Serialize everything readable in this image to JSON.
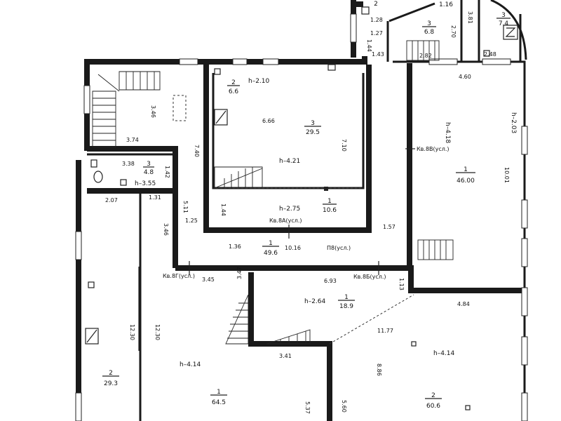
{
  "rooms": [
    {
      "key": "r_top_1",
      "number": "",
      "area": "",
      "value": "2"
    },
    {
      "key": "r_top_2",
      "value": "1.16"
    },
    {
      "key": "r_top_3",
      "number": "3",
      "area": "6.8"
    },
    {
      "key": "r_top_4",
      "number": "3",
      "area": "7.4"
    },
    {
      "key": "r_small_2",
      "number": "2",
      "area": "6.6"
    },
    {
      "key": "r_big_3",
      "number": "3",
      "area": "29.5"
    },
    {
      "key": "r_wc",
      "number": "3",
      "area": "4.8"
    },
    {
      "key": "r_right_1",
      "number": "1",
      "area": "46.00"
    },
    {
      "key": "r_mid_1",
      "number": "1",
      "area": "10.6"
    },
    {
      "key": "r_hall_1",
      "number": "1",
      "area": "49.6"
    },
    {
      "key": "r_center_1",
      "number": "1",
      "area": "18.9"
    },
    {
      "key": "r_left_2",
      "number": "2",
      "area": "29.3"
    },
    {
      "key": "r_bottom_1",
      "number": "1",
      "area": "64.5"
    },
    {
      "key": "r_bottom_2",
      "number": "2",
      "area": "60.6"
    }
  ],
  "heights": {
    "h1": "h–2.10",
    "h2": "h–4.21",
    "h3": "h–4.18",
    "h4": "h–2.03",
    "h5": "h–3.55",
    "h6": "h–2.75",
    "h7": "h–2.64",
    "h8": "h–4.14",
    "h9": "h–4.14"
  },
  "dimensions": {
    "d_128": "1.28",
    "d_127": "1.27",
    "d_144a": "1.44",
    "d_143": "1.43",
    "d_282": "2.82",
    "d_248": "2.48",
    "d_381": "3.81",
    "d_270": "2.70",
    "d_460": "4.60",
    "d_346a": "3.46",
    "d_666": "6.66",
    "d_710": "7.10",
    "d_740": "7.40",
    "d_374": "3.74",
    "d_338": "3.38",
    "d_142": "1.42",
    "d_207": "2.07",
    "d_131": "1.31",
    "d_511": "5.11",
    "d_125": "1.25",
    "d_144b": "1.44",
    "d_346b": "3.46",
    "d_136": "1.36",
    "d_1016": "10.16",
    "d_157": "1.57",
    "d_1001": "10.01",
    "d_345": "3.45",
    "d_347": "3.47",
    "d_693": "6.93",
    "d_113": "1.13",
    "d_484": "4.84",
    "d_1177": "11.77",
    "d_1230a": "12.30",
    "d_1230b": "12.30",
    "d_341": "3.41",
    "d_886": "8.86",
    "d_537": "5.37",
    "d_560": "5.60"
  },
  "entrances": {
    "kv8v": "Кв.8В(усл.)",
    "kv8a": "Кв.8А(усл.)",
    "p8": "П8(усл.)",
    "kv8g": "Кв.8Г(усл.)",
    "kv8b": "Кв.8Б(усл.)"
  }
}
